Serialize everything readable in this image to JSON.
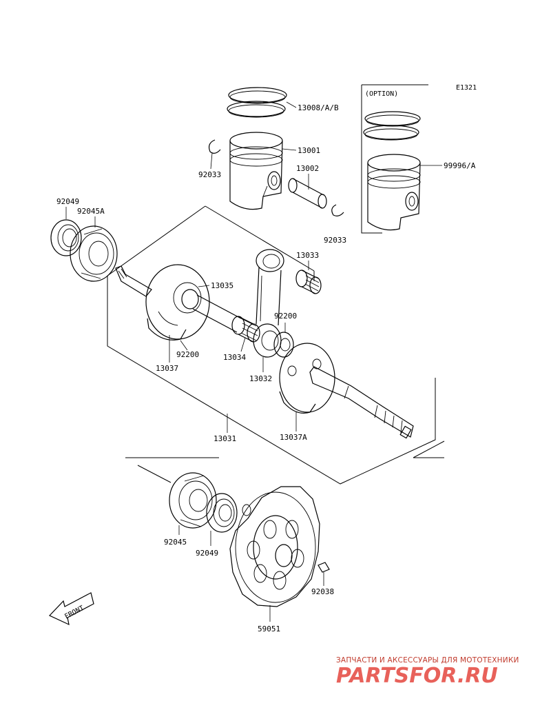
{
  "diagram_code": "E1321",
  "option_label": "(OPTION)",
  "parts": {
    "piston_rings": "13008/A/B",
    "piston": "13001",
    "piston_pin": "13002",
    "circlip_left": "92033",
    "circlip_right": "92033",
    "option_piston": "99996/A",
    "oil_seal_top": "92049",
    "bearing_top": "92045A",
    "needle_bearing_top": "13033",
    "crank_pin": "13035",
    "washer_right": "92200",
    "washer_left": "92200",
    "flywheel_left": "13037",
    "needle_bearing_big": "13034",
    "connecting_rod": "13032",
    "crankshaft_assy": "13031",
    "flywheel_right": "13037A",
    "bearing_bottom": "92045",
    "oil_seal_bottom": "92049",
    "key": "92038",
    "gear": "59051"
  },
  "front_label": "FRONT",
  "watermark": {
    "subtitle": "ЗАПЧАСТИ И АКСЕССУАРЫ ДЛЯ МОТОТЕХНИКИ",
    "brand": "PARTSFOR.RU"
  }
}
